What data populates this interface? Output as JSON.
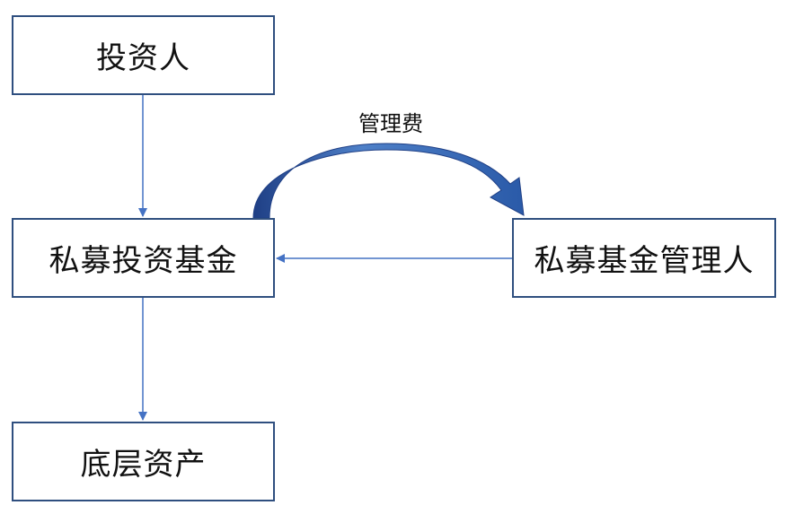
{
  "nodes": {
    "investor": "投资人",
    "fund": "私募投资基金",
    "manager": "私募基金管理人",
    "assets": "底层资产"
  },
  "edges": {
    "management_fee": "管理费"
  },
  "colors": {
    "box_border": "#2f4f7f",
    "thin_arrow": "#4472c4",
    "curved_arrow_light": "#4e80c8",
    "curved_arrow_dark": "#1f3f85"
  }
}
